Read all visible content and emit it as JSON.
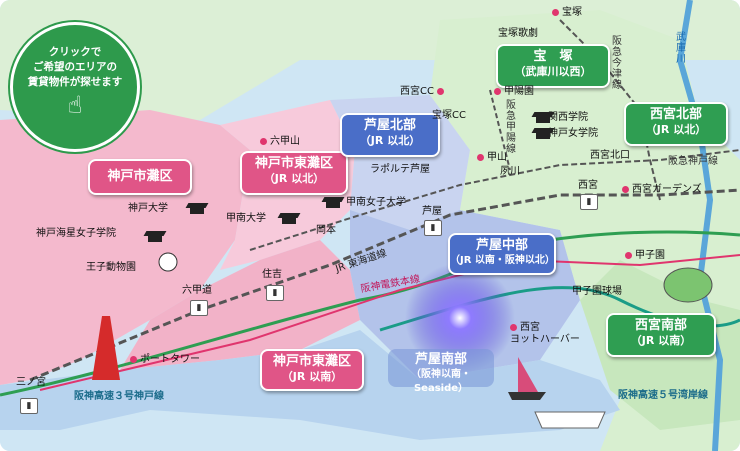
{
  "promo": {
    "line1": "クリックで",
    "line2": "ご希望のエリアの",
    "line3": "賃貸物件が探せます"
  },
  "areas": {
    "kobe_nada": {
      "title": "神戸市灘区",
      "sub": ""
    },
    "kobe_higashinada_north": {
      "title": "神戸市東灘区",
      "sub": "（JR 以北）"
    },
    "kobe_higashinada_south": {
      "title": "神戸市東灘区",
      "sub": "（JR 以南）"
    },
    "ashiya_north": {
      "title": "芦屋北部",
      "sub": "（JR 以北）"
    },
    "ashiya_middle": {
      "title": "芦屋中部",
      "sub": "（JR 以南・阪神以北）"
    },
    "ashiya_south": {
      "title": "芦屋南部",
      "sub": "（阪神以南・Seaside）"
    },
    "takarazuka": {
      "title": "宝　塚",
      "sub": "（武庫川以西）"
    },
    "nishinomiya_north": {
      "title": "西宮北部",
      "sub": "（JR 以北）"
    },
    "nishinomiya_south": {
      "title": "西宮南部",
      "sub": "（JR 以南）"
    }
  },
  "places": {
    "takarazuka_station": "宝塚",
    "takarazuka_theater": "宝塚歌劇",
    "nishinomiya_cc": "西宮CC",
    "takarazuka_cc": "宝塚CC",
    "kabutoen": "甲陽園",
    "kansai_gakuin": "関西学院",
    "kobe_jogakuin": "神戸女学院",
    "rokkosan": "六甲山",
    "laportaashiya": "ラポルテ芦屋",
    "kabutoyama": "甲山",
    "shukugawa": "夙川",
    "nishinomiya_kitaguchi": "西宮北口",
    "nishinomiya_gardens": "西宮ガーデンズ",
    "nishinomiya": "西宮",
    "kobe_univ": "神戸大学",
    "konan_univ": "甲南大学",
    "konan_joshi": "甲南女子大学",
    "ashiya": "芦屋",
    "okamoto": "岡本",
    "kobe_kaisei": "神戸海星女子学院",
    "oji_zoo": "王子動物園",
    "sumiyoshi": "住吉",
    "rokkomichi": "六甲道",
    "koshien": "甲子園",
    "koshien_stadium": "甲子園球場",
    "nishinomiya_yacht": "西宮\nヨットハーバー",
    "port_tower": "ポートタワー",
    "sannomiya": "三ノ宮"
  },
  "rails": {
    "mukogawa": "武庫川",
    "hankyu_imazu": "阪急今津線",
    "hankyu_koyo": "阪急甲陽線",
    "hankyu_kobe": "阪急神戸線",
    "jr_tokaido": "JR 東海道線",
    "hanshin": "阪神電鉄本線",
    "hwy3": "阪神高速３号神戸線",
    "hwy5": "阪神高速５号湾岸線"
  },
  "colors": {
    "pink_area": "#e05587",
    "blue_area": "#4a6ec8",
    "green_area": "#2f9e52",
    "promo": "#2e9a4c"
  }
}
